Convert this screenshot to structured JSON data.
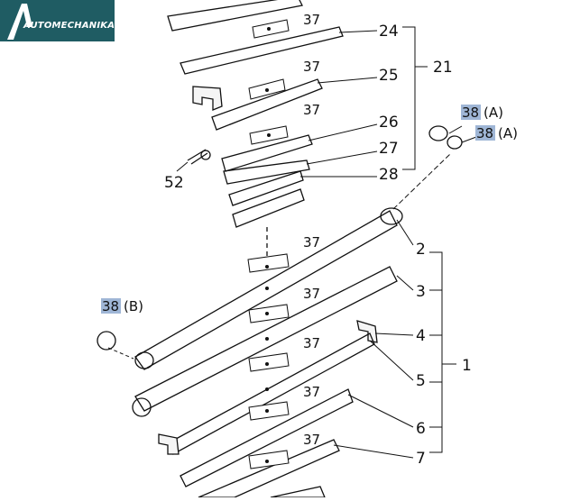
{
  "logo": {
    "brand": "AUTOMECHANIKA",
    "color": "#1f5c63"
  },
  "callouts": {
    "c24": "24",
    "c25": "25",
    "c26": "26",
    "c27": "27",
    "c28": "28",
    "c21": "21",
    "c52": "52",
    "c2": "2",
    "c3": "3",
    "c4": "4",
    "c5": "5",
    "c6": "6",
    "c7": "7",
    "c1": "1",
    "s37": "37",
    "b38a1": "38",
    "t38a1": "(A)",
    "b38a2": "38",
    "t38a2": "(A)",
    "b38b": "38",
    "t38b": "(B)"
  },
  "highlight_color": "#9fb6d6"
}
